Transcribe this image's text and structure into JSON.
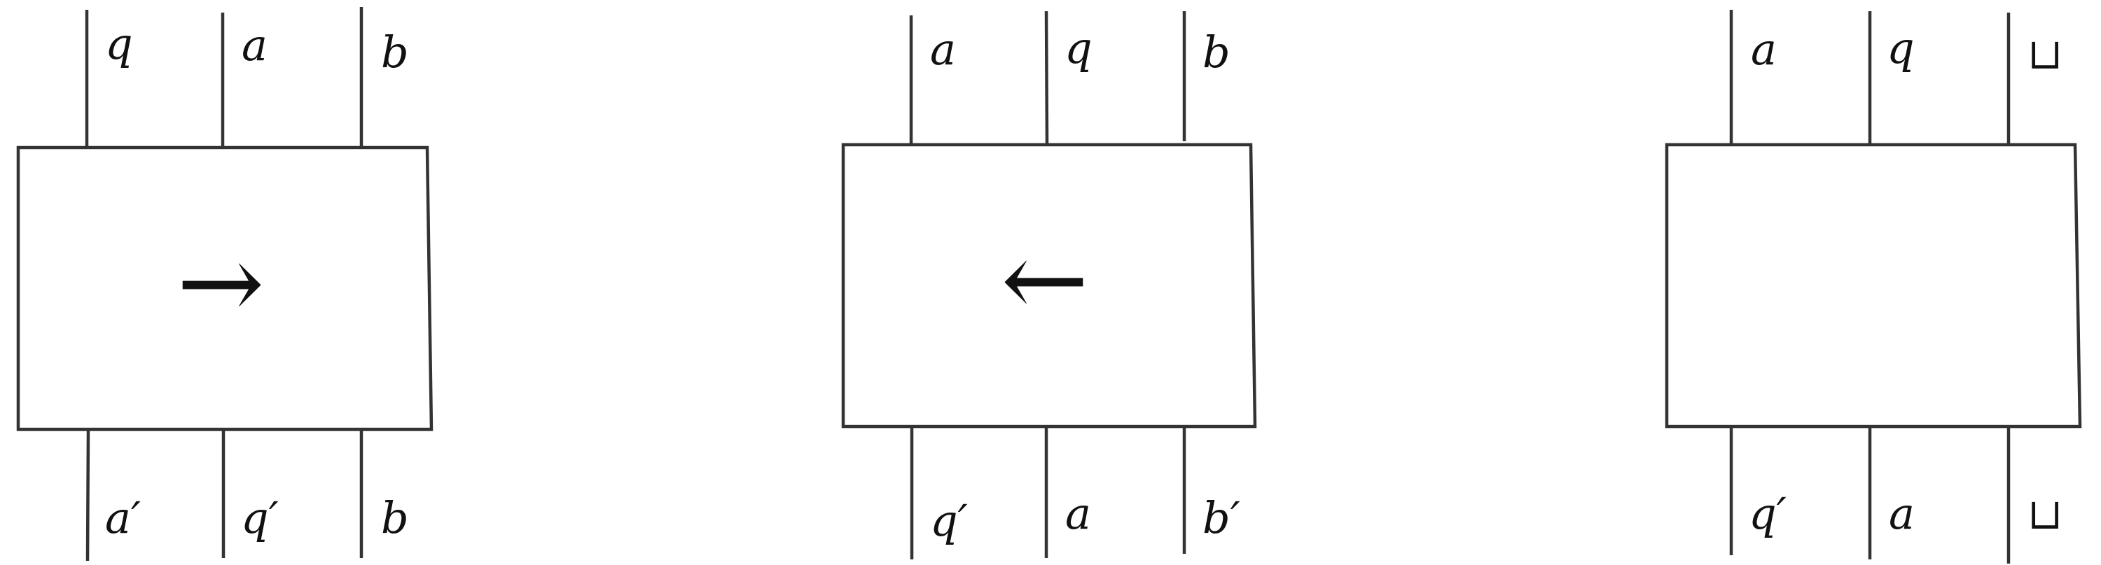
{
  "boxes": [
    {
      "symbol": "→",
      "top_labels": [
        "q",
        "a",
        "b"
      ],
      "bottom_labels": [
        "a′",
        "q′",
        "b"
      ]
    },
    {
      "symbol": "←",
      "top_labels": [
        "a",
        "q",
        "b"
      ],
      "bottom_labels": [
        "q′",
        "a",
        "b′"
      ]
    },
    {
      "symbol": "",
      "top_labels": [
        "a",
        "q",
        "⊔"
      ],
      "bottom_labels": [
        "q′",
        "a",
        "⊔"
      ]
    }
  ]
}
